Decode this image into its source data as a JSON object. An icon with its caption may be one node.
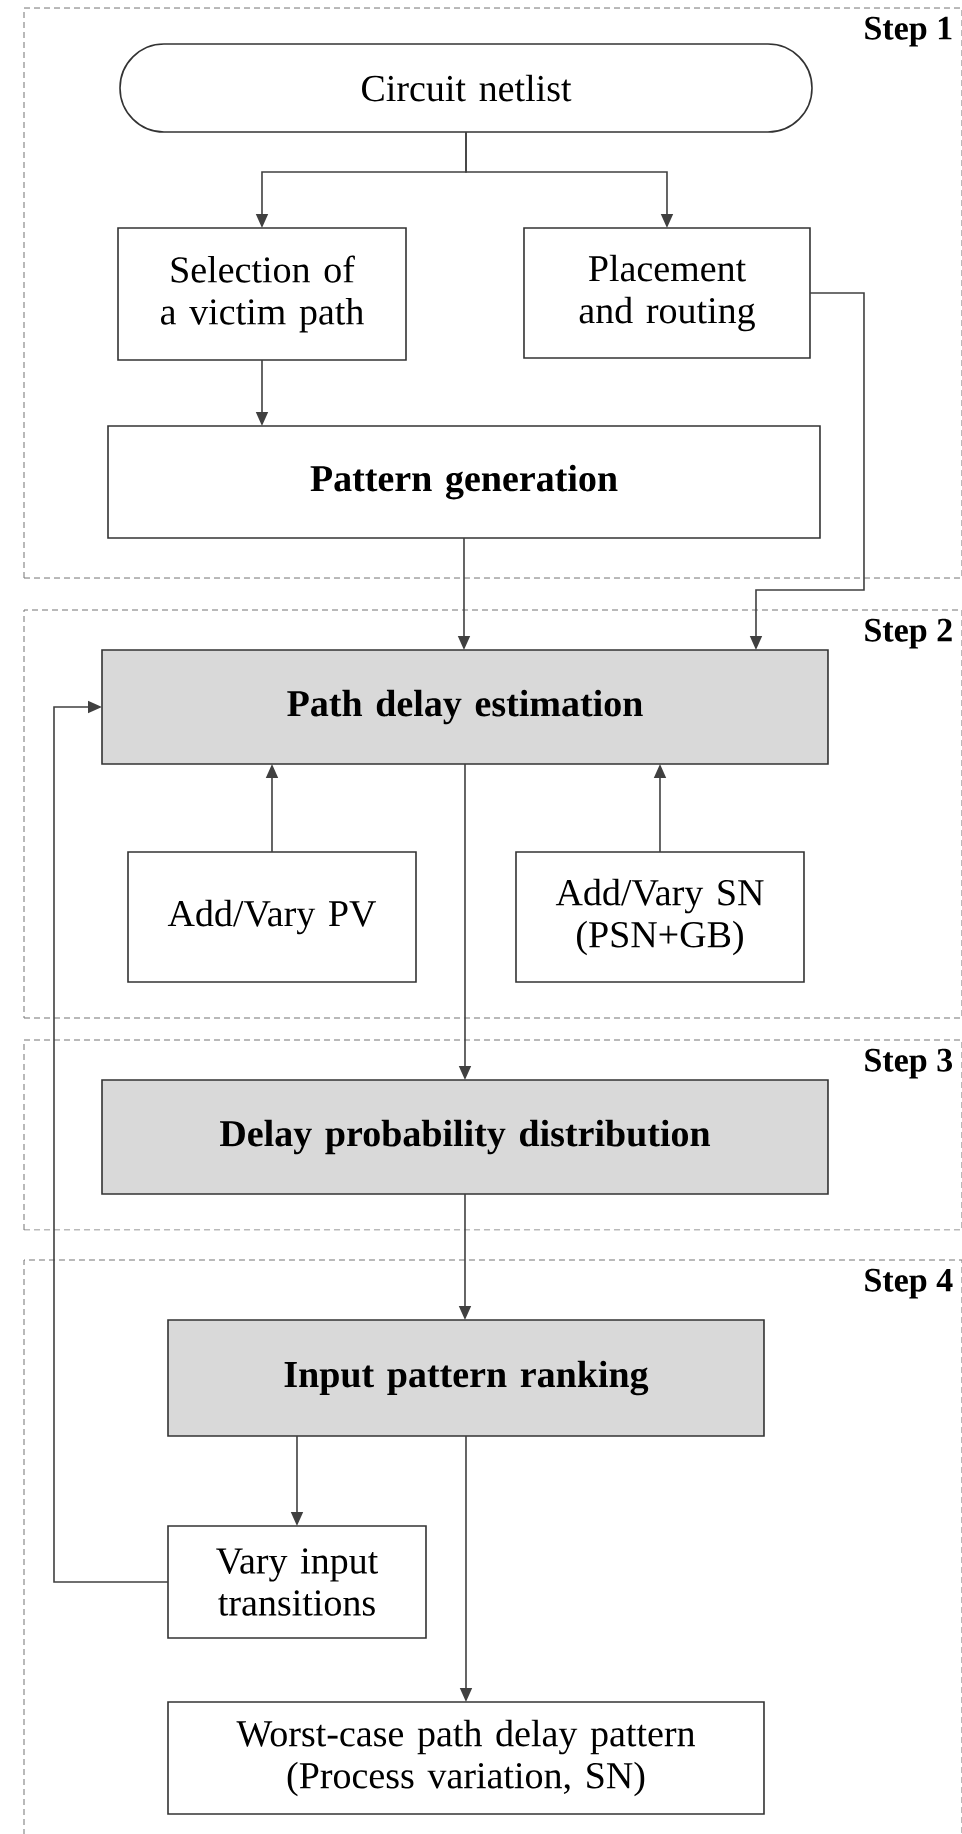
{
  "diagram": {
    "nodes": [
      {
        "text": [
          "Step 1"
        ]
      },
      {
        "text": [
          "Circuit netlist"
        ],
        "in": 0
      },
      {
        "text": [
          "Selection of a victim path"
        ],
        "in": 0
      },
      {
        "text": [
          "Placement and routing"
        ],
        "in": 0
      },
      {
        "text": [
          "Pattern generation"
        ],
        "in": 0
      },
      {
        "text": [
          "Step 2"
        ]
      },
      {
        "text": [
          "Path delay estimation"
        ],
        "in": 5
      },
      {
        "text": [
          "Add/Vary PV"
        ],
        "in": 5
      },
      {
        "text": [
          "Add/Vary SN (PSN+GB)"
        ],
        "in": 5
      },
      {
        "text": [
          "Step 3"
        ]
      },
      {
        "text": [
          "Delay probability distribution"
        ],
        "in": 9
      },
      {
        "text": [
          "Step 4"
        ]
      },
      {
        "text": [
          "Input pattern ranking"
        ],
        "in": 11
      },
      {
        "text": [
          "Vary input transitions"
        ],
        "in": 11
      },
      {
        "text": [
          "Worst-case path delay pattern (Process variation, SN)"
        ],
        "in": 11
      }
    ],
    "edges": [
      {
        "from": 1,
        "to": 2,
        "arrow": "to"
      },
      {
        "from": 1,
        "to": 3,
        "arrow": "to"
      },
      {
        "from": 2,
        "to": 4,
        "arrow": "to"
      },
      {
        "from": 4,
        "to": 6,
        "arrow": "to"
      },
      {
        "from": 3,
        "to": 6,
        "arrow": "to"
      },
      {
        "from": 7,
        "to": 6,
        "arrow": "to"
      },
      {
        "from": 8,
        "to": 6,
        "arrow": "to"
      },
      {
        "from": 6,
        "to": 10,
        "arrow": "to"
      },
      {
        "from": 10,
        "to": 12,
        "arrow": "to"
      },
      {
        "from": 12,
        "to": 13,
        "arrow": "to"
      },
      {
        "from": 12,
        "to": 14,
        "arrow": "to"
      },
      {
        "from": 13,
        "to": 6,
        "arrow": "to"
      }
    ]
  }
}
